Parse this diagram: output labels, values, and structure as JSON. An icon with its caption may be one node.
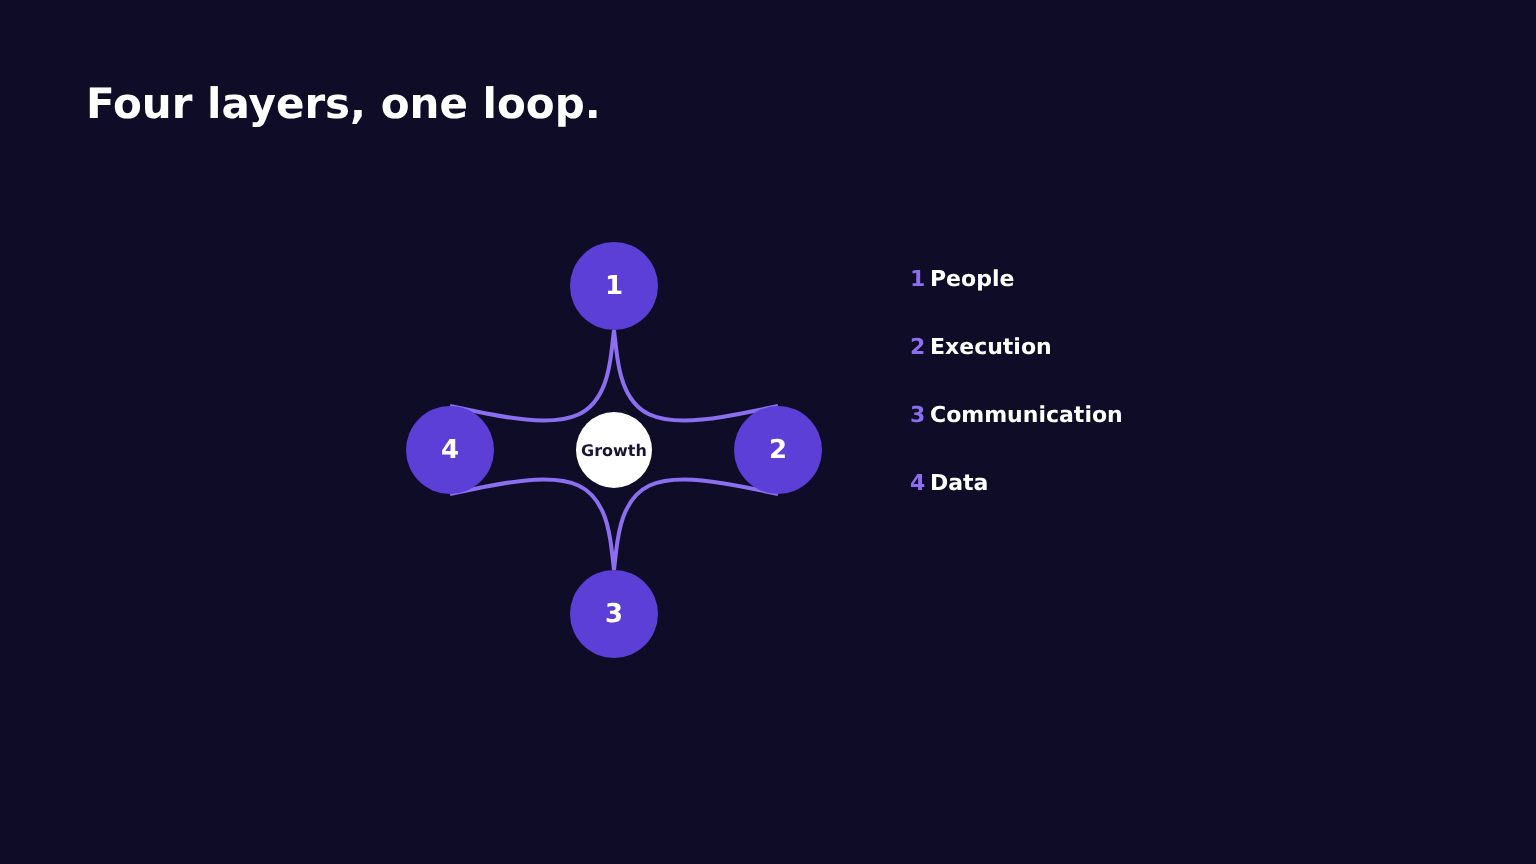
{
  "diagram": {
    "title": "Four layers, one loop.",
    "nodes": [
      {
        "text": [
          "1"
        ]
      },
      {
        "text": [
          "2"
        ]
      },
      {
        "text": [
          "3"
        ]
      },
      {
        "text": [
          "4"
        ]
      },
      {
        "text": [
          "Growth"
        ]
      }
    ],
    "edges": [
      {
        "from": 0,
        "to": 1,
        "arrow": "none"
      },
      {
        "from": 1,
        "to": 2,
        "arrow": "none"
      },
      {
        "from": 2,
        "to": 3,
        "arrow": "none"
      },
      {
        "from": 3,
        "to": 0,
        "arrow": "none"
      }
    ],
    "labels": [
      "1",
      "People",
      "2",
      "Execution",
      "3",
      "Communication",
      "4",
      "Data"
    ]
  }
}
